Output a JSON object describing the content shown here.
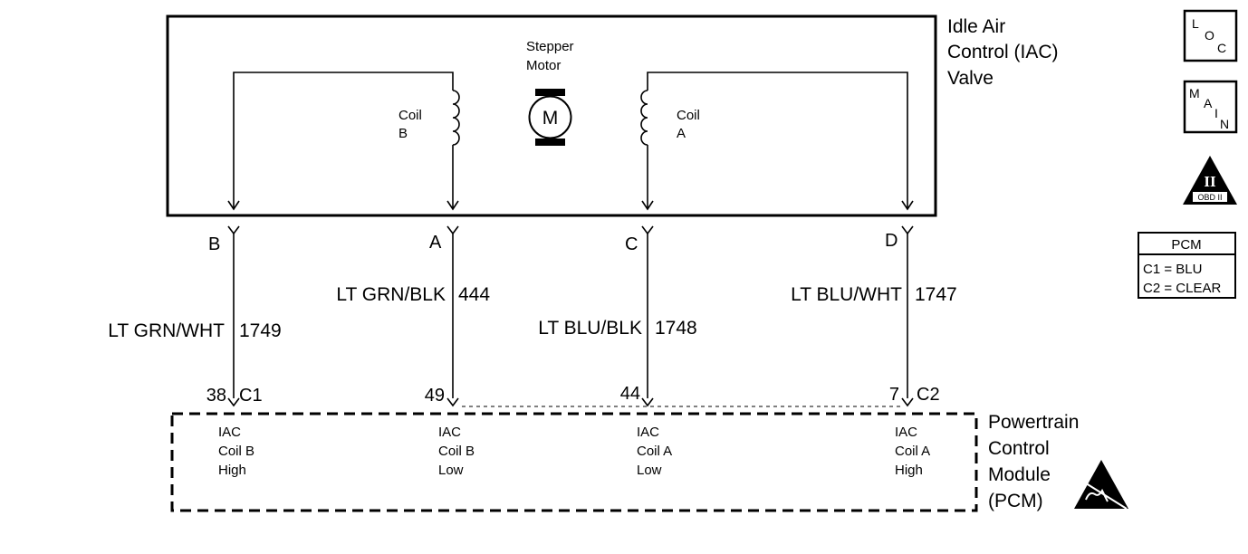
{
  "iac_valve": {
    "title_lines": [
      "Idle Air",
      "Control (IAC)",
      "Valve"
    ],
    "stepper_lines": [
      "Stepper",
      "Motor"
    ],
    "motor_letter": "M",
    "coil_b_lines": [
      "Coil",
      "B"
    ],
    "coil_a_lines": [
      "Coil",
      "A"
    ]
  },
  "connector_letters": [
    "B",
    "A",
    "C",
    "D"
  ],
  "wires": [
    {
      "color": "LT GRN/WHT",
      "circuit": "1749"
    },
    {
      "color": "LT GRN/BLK",
      "circuit": "444"
    },
    {
      "color": "LT BLU/BLK",
      "circuit": "1748"
    },
    {
      "color": "LT BLU/WHT",
      "circuit": "1747"
    }
  ],
  "pins": [
    {
      "number": "38",
      "connector": "C1"
    },
    {
      "number": "49",
      "connector": ""
    },
    {
      "number": "44",
      "connector": ""
    },
    {
      "number": "7",
      "connector": "C2"
    }
  ],
  "pcm": {
    "title_lines": [
      "Powertrain",
      "Control",
      "Module",
      "(PCM)"
    ],
    "circuits": [
      [
        "IAC",
        "Coil B",
        "High"
      ],
      [
        "IAC",
        "Coil B",
        "Low"
      ],
      [
        "IAC",
        "Coil A",
        "Low"
      ],
      [
        "IAC",
        "Coil A",
        "High"
      ]
    ]
  },
  "legend": {
    "loc_letters": [
      "L",
      "O",
      "C"
    ],
    "main_letters": [
      "M",
      "A",
      "I",
      "N"
    ],
    "obd_numeral": "II",
    "obd_label": "OBD II",
    "pcm_title": "PCM",
    "pcm_rows": [
      "C1 = BLU",
      "C2 = CLEAR"
    ]
  }
}
